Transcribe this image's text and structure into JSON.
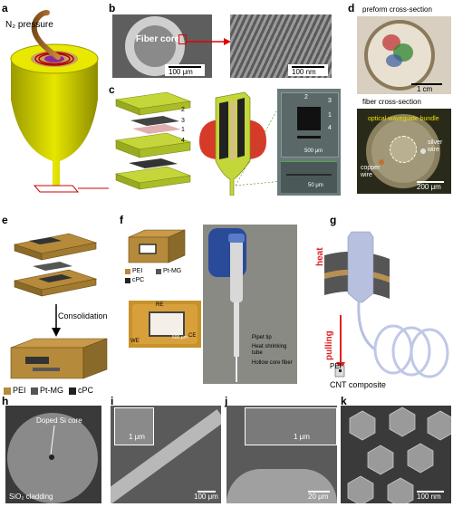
{
  "panels": {
    "a": {
      "letter": "a",
      "gas_label": "N₂ pressure"
    },
    "b": {
      "letter": "b",
      "core_label": "Fiber core",
      "scale_left": "100 μm",
      "scale_right": "100 nm"
    },
    "c": {
      "letter": "c",
      "layer_nums": [
        "2",
        "3",
        "1",
        "4"
      ],
      "sem_nums": [
        "2",
        "3",
        "1",
        "4"
      ],
      "scale_top": "500 μm",
      "scale_bottom": "50 μm"
    },
    "d": {
      "letter": "d",
      "preform_title": "preform cross-section",
      "preform_scale": "1 cm",
      "fiber_title": "fiber cross-section",
      "waveguide_label": "optical waveguide bundle",
      "silver_label": "silver wire",
      "copper_label": "copper wire",
      "fiber_scale": "200 μm"
    },
    "e": {
      "letter": "e",
      "consolidation": "Consolidation",
      "legend": [
        "PEI",
        "Pt-MG",
        "cPC"
      ]
    },
    "f": {
      "letter": "f",
      "legend": [
        "PEI",
        "Pt-MG",
        "cPC"
      ],
      "re": "RE",
      "ce": "CE",
      "we": "WE",
      "inset_scale": "500 μm",
      "pipet_tip": "Pipet tip",
      "heat_tube": "Heat shrinking tube",
      "hollow_fiber": "Hollow core fiber"
    },
    "g": {
      "letter": "g",
      "heat": "heat",
      "pulling": "pulling",
      "pei": "PEI",
      "cnt": "CNT composite"
    },
    "h": {
      "letter": "h",
      "core": "Doped Si core",
      "cladding": "SiO₂ cladding"
    },
    "i": {
      "letter": "i",
      "inset_scale": "1 μm",
      "scale": "100 μm"
    },
    "j": {
      "letter": "j",
      "inset_scale": "1 μm",
      "scale": "20 μm"
    },
    "k": {
      "letter": "k",
      "scale": "100 nm"
    }
  }
}
